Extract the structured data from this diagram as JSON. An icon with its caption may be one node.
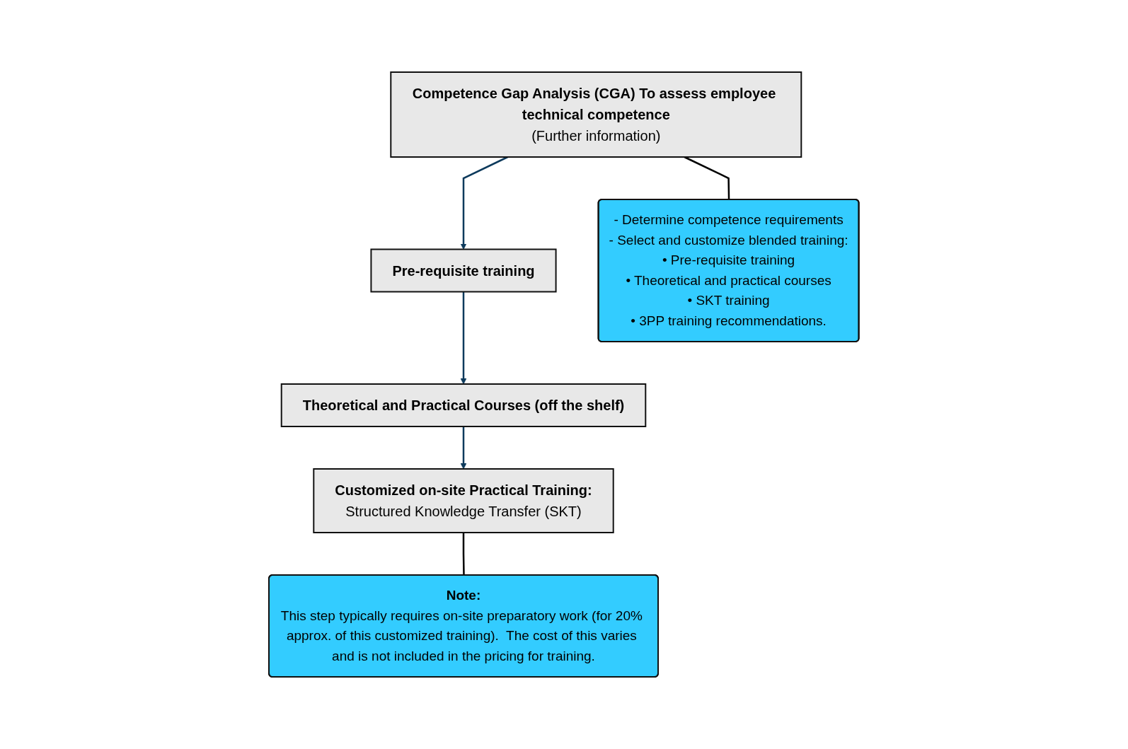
{
  "diagram": {
    "nodes": [
      {
        "text": [
          "Competence Gap Analysis (CGA) To assess employee technical competence",
          "(Further information)"
        ]
      },
      {
        "text": [
          "Pre-requisite training"
        ]
      },
      {
        "text": [
          "Theoretical and Practical Courses (off the shelf)"
        ]
      },
      {
        "text": [
          "Customized on-site Practical Training:",
          "Structured Knowledge Transfer (SKT)"
        ]
      },
      {
        "text": [
          "- Determine competence requirements",
          "- Select and customize blended training:",
          "• Pre-requisite training",
          "• Theoretical and practical courses",
          "• SKT training",
          "• 3PP training recommendations."
        ]
      },
      {
        "text": [
          "Note:",
          "This step typically requires on-site preparatory work (for 20% approx. of this customized training).  The cost of this varies and is not included in the pricing for training."
        ]
      }
    ],
    "edges": [
      {
        "from": 0,
        "to": 1,
        "arrow": "to"
      },
      {
        "from": 1,
        "to": 2,
        "arrow": "to"
      },
      {
        "from": 2,
        "to": 3,
        "arrow": "to"
      },
      {
        "from": 0,
        "to": 4,
        "arrow": "none",
        "color": "#000000"
      },
      {
        "from": 3,
        "to": 5,
        "arrow": "none",
        "color": "#000000"
      }
    ]
  }
}
